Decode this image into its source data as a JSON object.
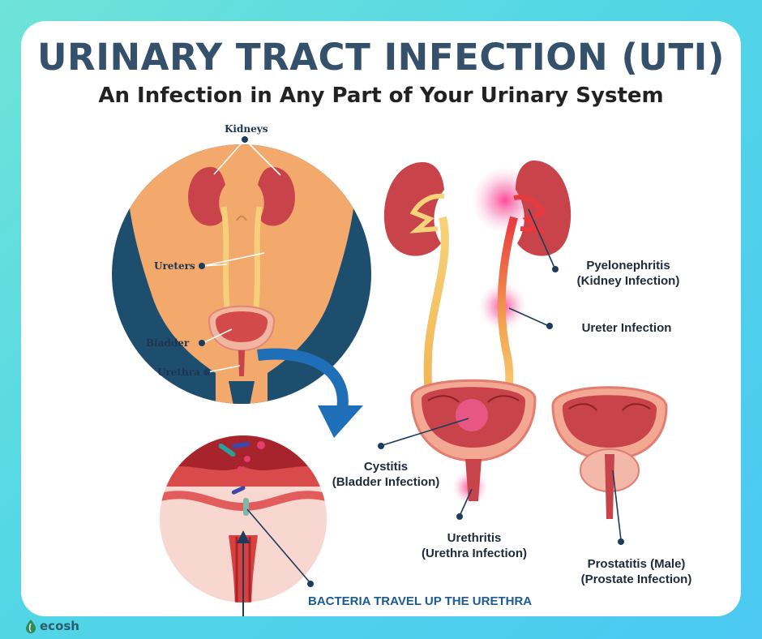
{
  "header": {
    "title": "URINARY TRACT INFECTION (UTI)",
    "subtitle": "An Infection in Any Part of Your Urinary System"
  },
  "anatomy_labels": {
    "kidneys": "Kidneys",
    "ureters": "Ureters",
    "bladder": "Bladder",
    "urethra": "Urethra"
  },
  "infection_labels": {
    "pyelonephritis": {
      "name": "Pyelonephritis",
      "detail": "(Kidney Infection)"
    },
    "ureter": {
      "name": "Ureter Infection"
    },
    "cystitis": {
      "name": "Cystitis",
      "detail": "(Bladder Infection)"
    },
    "urethritis": {
      "name": "Urethritis",
      "detail": "(Urethra Infection)"
    },
    "prostatitis": {
      "name": "Prostatitis (Male)",
      "detail": "(Prostate Infection)"
    }
  },
  "caption": "BACTERIA TRAVEL UP THE URETHRA",
  "brand": {
    "name": "ecosh",
    "icon": "leaf-drop-icon"
  },
  "colors": {
    "title": "#34506b",
    "kidney": "#c9444a",
    "ureter": "#f2c46a",
    "skin": "#f2a96b",
    "accent_arrow": "#1f6fb8",
    "infection": "#f25c9a"
  }
}
